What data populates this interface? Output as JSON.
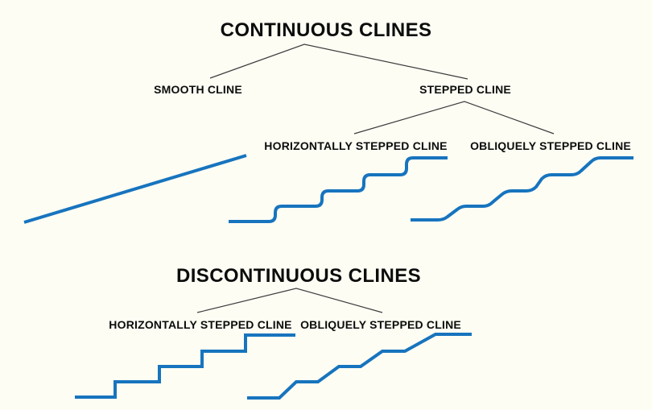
{
  "palette": {
    "background": "#FDFDF4",
    "text": "#0c0c0c",
    "tree_line": "#3d3d3d",
    "cline_blue": "#1774BE"
  },
  "continuous": {
    "title": "CONTINUOUS CLINES",
    "children": {
      "smooth": {
        "label": "SMOOTH CLINE",
        "curve": "smooth-diagonal-line"
      },
      "stepped": {
        "label": "STEPPED CLINE",
        "children": {
          "horizontal": {
            "label": "HORIZONTALLY STEPPED CLINE",
            "curve": "rounded-staircase-vertical-risers"
          },
          "oblique": {
            "label": "OBLIQUELY STEPPED CLINE",
            "curve": "rounded-staircase-oblique-risers"
          }
        }
      }
    }
  },
  "discontinuous": {
    "title": "DISCONTINUOUS CLINES",
    "children": {
      "horizontal": {
        "label": "HORIZONTALLY STEPPED CLINE",
        "curve": "sharp-staircase-vertical-risers"
      },
      "oblique": {
        "label": "OBLIQUELY STEPPED CLINE",
        "curve": "sharp-staircase-oblique-risers"
      }
    }
  }
}
